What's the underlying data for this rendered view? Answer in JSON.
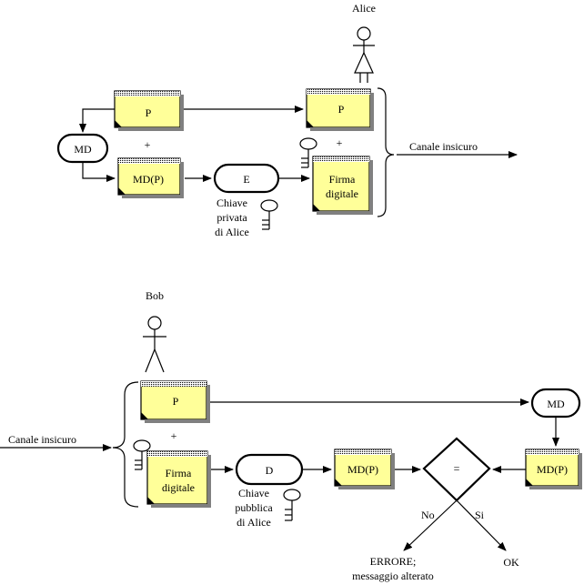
{
  "top": {
    "actor": "Alice",
    "plain_left": "P",
    "plus_left": "+",
    "digest": "MD",
    "digest_p": "MD(P)",
    "encrypt": "E",
    "private_key": [
      "Chiave",
      "privata",
      "di Alice"
    ],
    "plain_right": "P",
    "plus_right": "+",
    "signature": [
      "Firma",
      "digitale"
    ],
    "channel": "Canale insicuro"
  },
  "bottom": {
    "actor": "Bob",
    "channel": "Canale insicuro",
    "plain": "P",
    "plus": "+",
    "signature": [
      "Firma",
      "digitale"
    ],
    "decrypt": "D",
    "public_key": [
      "Chiave",
      "pubblica",
      "di Alice"
    ],
    "digest_p_left": "MD(P)",
    "compare": "=",
    "digest_p_right": "MD(P)",
    "digest": "MD",
    "no": "No",
    "yes": "Si",
    "error": [
      "ERRORE;",
      "messaggio alterato"
    ],
    "ok": "OK"
  }
}
